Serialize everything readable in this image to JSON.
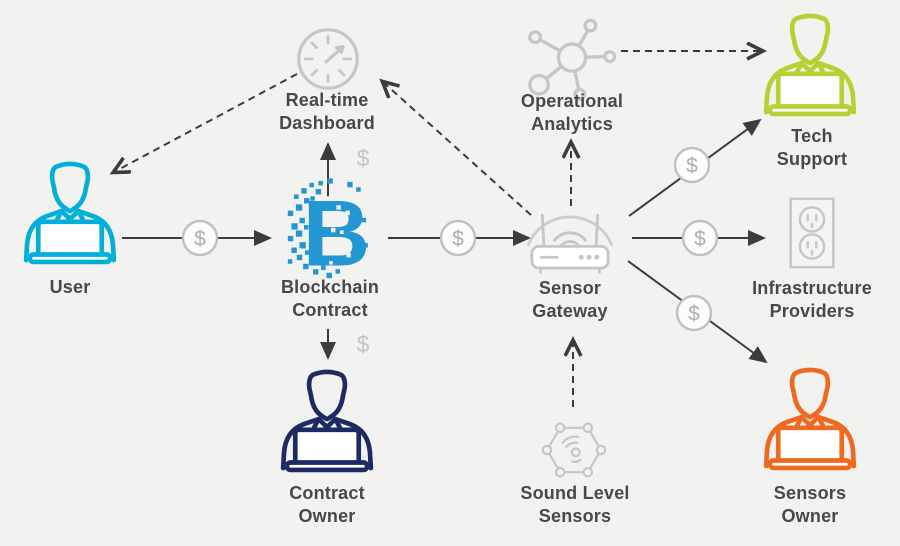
{
  "diagram_title": "Blockchain sensor network payment flow diagram",
  "currency_symbol": "$",
  "colors": {
    "background": "#f2f2f0",
    "user_cyan": "#00b0d8",
    "blockchain_blue": "#2397d3",
    "tech_support_lime": "#b4d234",
    "contract_owner_navy": "#1e2a66",
    "sensors_owner_orange": "#f1691f",
    "utility_icon_gray": "#c5c5ca",
    "money_gray": "#aeaeb4",
    "arrow_dark": "#3c3c3c",
    "label_text": "#45484c"
  },
  "nodes": {
    "user": {
      "label": "User",
      "icon": "person-laptop-icon"
    },
    "blockchain": {
      "label": "Blockchain\nContract",
      "icon": "blockchain-pixel-b-icon"
    },
    "dashboard": {
      "label": "Real-time\nDashboard",
      "icon": "gauge-icon"
    },
    "analytics": {
      "label": "Operational\nAnalytics",
      "icon": "network-nodes-icon"
    },
    "tech_support": {
      "label": "Tech\nSupport",
      "icon": "person-laptop-icon"
    },
    "gateway": {
      "label": "Sensor\nGateway",
      "icon": "router-icon"
    },
    "infrastructure": {
      "label": "Infrastructure\nProviders",
      "icon": "power-outlet-icon"
    },
    "contract_owner": {
      "label": "Contract\nOwner",
      "icon": "person-laptop-icon"
    },
    "sound_sensors": {
      "label": "Sound Level\nSensors",
      "icon": "hexagon-sensor-icon"
    },
    "sensors_owner": {
      "label": "Sensors\nOwner",
      "icon": "person-laptop-icon"
    }
  },
  "edges": [
    {
      "from": "user",
      "to": "blockchain",
      "style": "solid",
      "money": true
    },
    {
      "from": "blockchain",
      "to": "dashboard",
      "style": "solid",
      "money": true
    },
    {
      "from": "blockchain",
      "to": "contract_owner",
      "style": "solid",
      "money": true
    },
    {
      "from": "blockchain",
      "to": "gateway",
      "style": "solid",
      "money": true
    },
    {
      "from": "gateway",
      "to": "tech_support",
      "style": "solid",
      "money": true
    },
    {
      "from": "gateway",
      "to": "infrastructure",
      "style": "solid",
      "money": true
    },
    {
      "from": "gateway",
      "to": "sensors_owner",
      "style": "solid",
      "money": true
    },
    {
      "from": "dashboard",
      "to": "user",
      "style": "dashed",
      "money": false
    },
    {
      "from": "gateway",
      "to": "dashboard",
      "style": "dashed",
      "money": false
    },
    {
      "from": "gateway",
      "to": "analytics",
      "style": "dashed",
      "money": false
    },
    {
      "from": "sound_sensors",
      "to": "gateway",
      "style": "dashed",
      "money": false
    },
    {
      "from": "analytics",
      "to": "tech_support",
      "style": "dashed",
      "money": false
    }
  ]
}
